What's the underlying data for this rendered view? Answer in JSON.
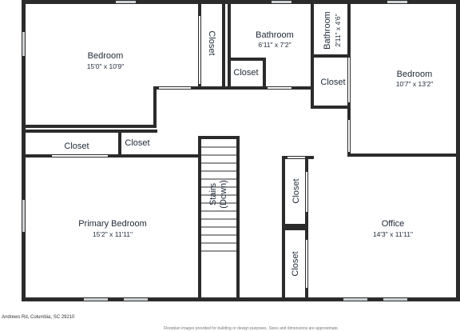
{
  "rooms": {
    "bedroom_top_left": {
      "name": "Bedroom",
      "dims": "15'0\" x 10'9\""
    },
    "closet_top_left_vertical": {
      "name": "Closet"
    },
    "bathroom_main": {
      "name": "Bathroom",
      "dims": "6'11\" x 7'2\""
    },
    "closet_bath": {
      "name": "Closet"
    },
    "bathroom_small": {
      "name": "Bathroom",
      "dims": "2'11\" x 4'6\""
    },
    "closet_right": {
      "name": "Closet"
    },
    "bedroom_right": {
      "name": "Bedroom",
      "dims": "10'7\" x 13'2\""
    },
    "closet_hall_left": {
      "name": "Closet"
    },
    "closet_hall_mid": {
      "name": "Closet"
    },
    "stairs": {
      "name": "Stairs",
      "sub": "(Down)"
    },
    "primary_bedroom": {
      "name": "Primary Bedroom",
      "dims": "15'2\" x 11'11\""
    },
    "closet_office_top": {
      "name": "Closet"
    },
    "closet_office_bottom": {
      "name": "Closet"
    },
    "office": {
      "name": "Office",
      "dims": "14'3\" x 11'11\""
    }
  },
  "footer": {
    "address": "Andrews Rd, Columbia, SC 29210",
    "disclaimer": "Floorplan images provided for building or design purposes. Sizes and dimensions are approximate."
  },
  "colors": {
    "wall": "#2b2b2b",
    "window": "#cfd3d6",
    "text": "#1f2937"
  }
}
